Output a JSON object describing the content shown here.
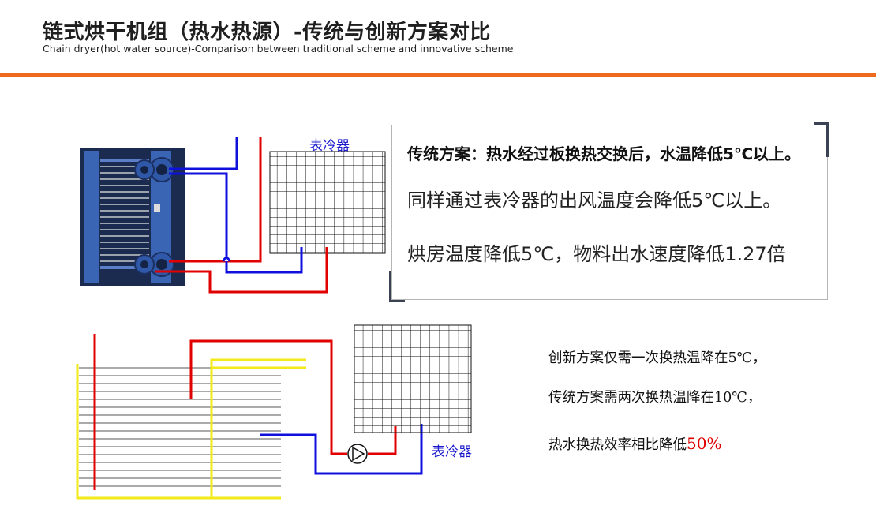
{
  "header": {
    "title": "链式烘干机组（热水热源）-传统与创新方案对比",
    "subtitle": "Chain dryer(hot water source)-Comparison between traditional scheme and innovative scheme"
  },
  "diagram": {
    "cooler_label_top": "表冷器",
    "cooler_label_bottom": "表冷器"
  },
  "traditional_box": {
    "heading": "传统方案：热水经过板换热交换后，水温降低5℃以上。",
    "line1": "同样通过表冷器的出风温度会降低5℃以上。",
    "line2": "烘房温度降低5℃，物料出水速度降低1.27倍"
  },
  "notes": {
    "innovative": "创新方案仅需一次换热温降在5℃，",
    "traditional": "传统方案需两次换热温降在10℃，",
    "efficiency_prefix": "热水换热效率相比降低",
    "efficiency_value": "50%"
  },
  "colors": {
    "accent_orange": "#ee6a1e",
    "hot_pipe": "#e00000",
    "cold_pipe": "#1010dd",
    "yellow_pipe": "#f2ea1a",
    "label_blue": "#1a1acc"
  }
}
